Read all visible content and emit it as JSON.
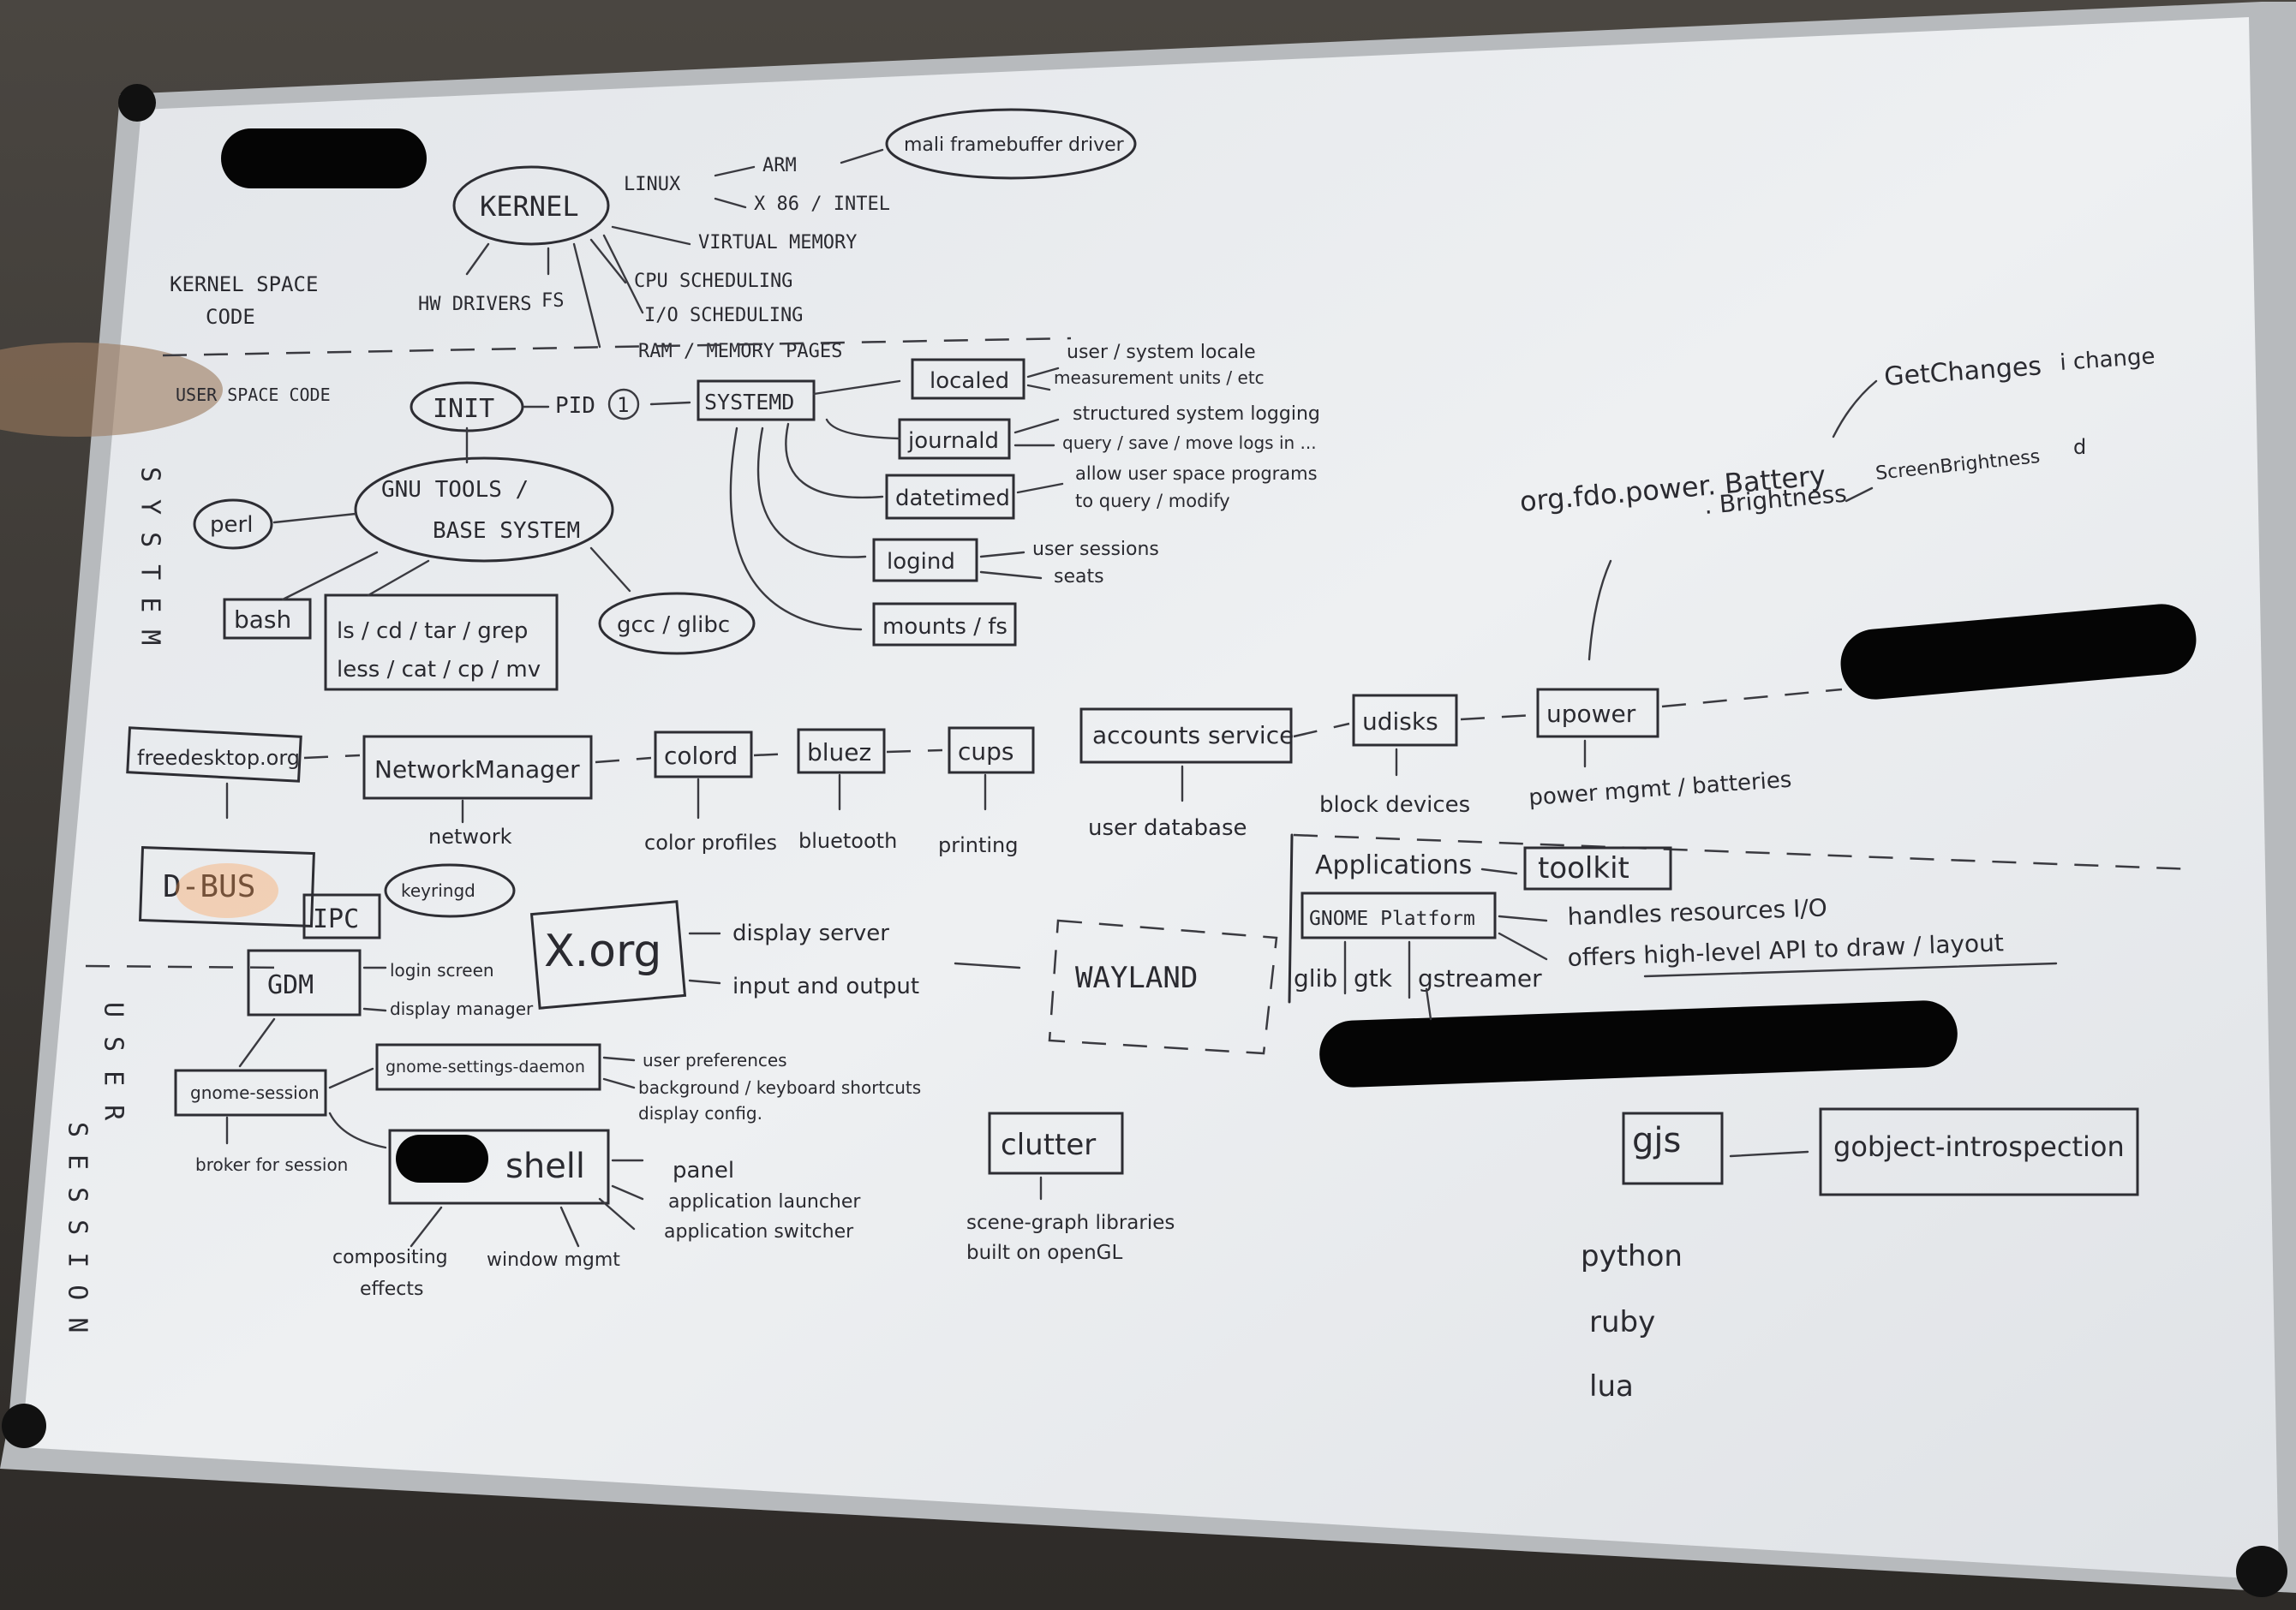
{
  "kernel": {
    "title": "KERNEL",
    "space_label": [
      "KERNEL SPACE",
      "CODE"
    ],
    "linux": "LINUX",
    "arm": "ARM",
    "x86": "X 86 / INTEL",
    "mali": "mali framebuffer driver",
    "items": [
      "VIRTUAL MEMORY",
      "CPU SCHEDULING",
      "I/O SCHEDULING",
      "RAM / MEMORY PAGES"
    ],
    "hw_drivers": "HW DRIVERS",
    "fs": "FS"
  },
  "system": {
    "vertical_label": "SYSTEM",
    "user_space_code": "USER SPACE CODE",
    "init": "INIT",
    "pid": "PID",
    "pid_num": "1",
    "systemd": "SYSTEMD",
    "gnu_tools": [
      "GNU TOOLS /",
      "BASE SYSTEM"
    ],
    "perl": "perl",
    "bash": "bash",
    "coreutils": [
      "ls / cd / tar / grep",
      "less / cat / cp / mv"
    ],
    "gcc": "gcc / glibc",
    "localed": "localed",
    "localed_desc": [
      "user / system locale",
      "measurement units / etc"
    ],
    "journald": "journald",
    "journald_desc": [
      "structured system logging",
      "query / save / move logs in ..."
    ],
    "datetimed": "datetimed",
    "datetimed_desc": [
      "allow user space programs",
      "to query / modify"
    ],
    "logind": "logind",
    "logind_desc": [
      "user sessions",
      "seats"
    ],
    "mounts": "mounts / fs"
  },
  "upower_api": {
    "path": "org.fdo.power. Battery",
    "get_changes": "GetChanges",
    "change": "i change",
    "brightness": ". Brightness",
    "screen_brightness": "ScreenBrightness",
    "d": "d"
  },
  "services": {
    "freedesktop": "freedesktop.org",
    "network_manager": "NetworkManager",
    "network": "network",
    "colord": "colord",
    "color_profiles": "color profiles",
    "bluez": "bluez",
    "bluetooth": "bluetooth",
    "cups": "cups",
    "printing": "printing",
    "accounts": "accounts service",
    "user_database": "user database",
    "udisks": "udisks",
    "block_devices": "block devices",
    "upower": "upower",
    "power": "power mgmt / batteries"
  },
  "session": {
    "dbus": "D-BUS",
    "ipc": "IPC",
    "keyring": "keyringd",
    "xorg": "X.org",
    "display_server": "display server",
    "input_output": "input and output",
    "wayland": "WAYLAND",
    "gdm": "GDM",
    "login_screen": "login screen",
    "display_manager": "display manager",
    "vertical_user": "USER",
    "vertical_session": "SESSION",
    "gnome_session": "gnome-session",
    "broker": "broker for session",
    "settings_daemon": "gnome-settings-daemon",
    "settings_desc": [
      "user preferences",
      "background / keyboard shortcuts",
      "display config."
    ],
    "shell": "shell",
    "shell_items": [
      "panel",
      "application launcher",
      "application switcher"
    ],
    "compositing": [
      "compositing",
      "effects"
    ],
    "window_mgmt": "window mgmt",
    "clutter": "clutter",
    "clutter_desc": [
      "scene-graph libraries",
      "built on openGL"
    ]
  },
  "apps": {
    "applications": "Applications",
    "toolkit": "toolkit",
    "platform": "GNOME Platform",
    "handles": "handles resources I/O",
    "offers": "offers high-level API to draw / layout",
    "glib": "glib",
    "gtk": "gtk",
    "gstreamer": "gstreamer",
    "gjs": "gjs",
    "gobject": "gobject-introspection",
    "langs": [
      "python",
      "ruby",
      "lua"
    ]
  },
  "colors": {
    "board": "#e9ebee",
    "frame": "#b9bcbf",
    "ink": "#2d2d33",
    "redaction": "#050505"
  }
}
